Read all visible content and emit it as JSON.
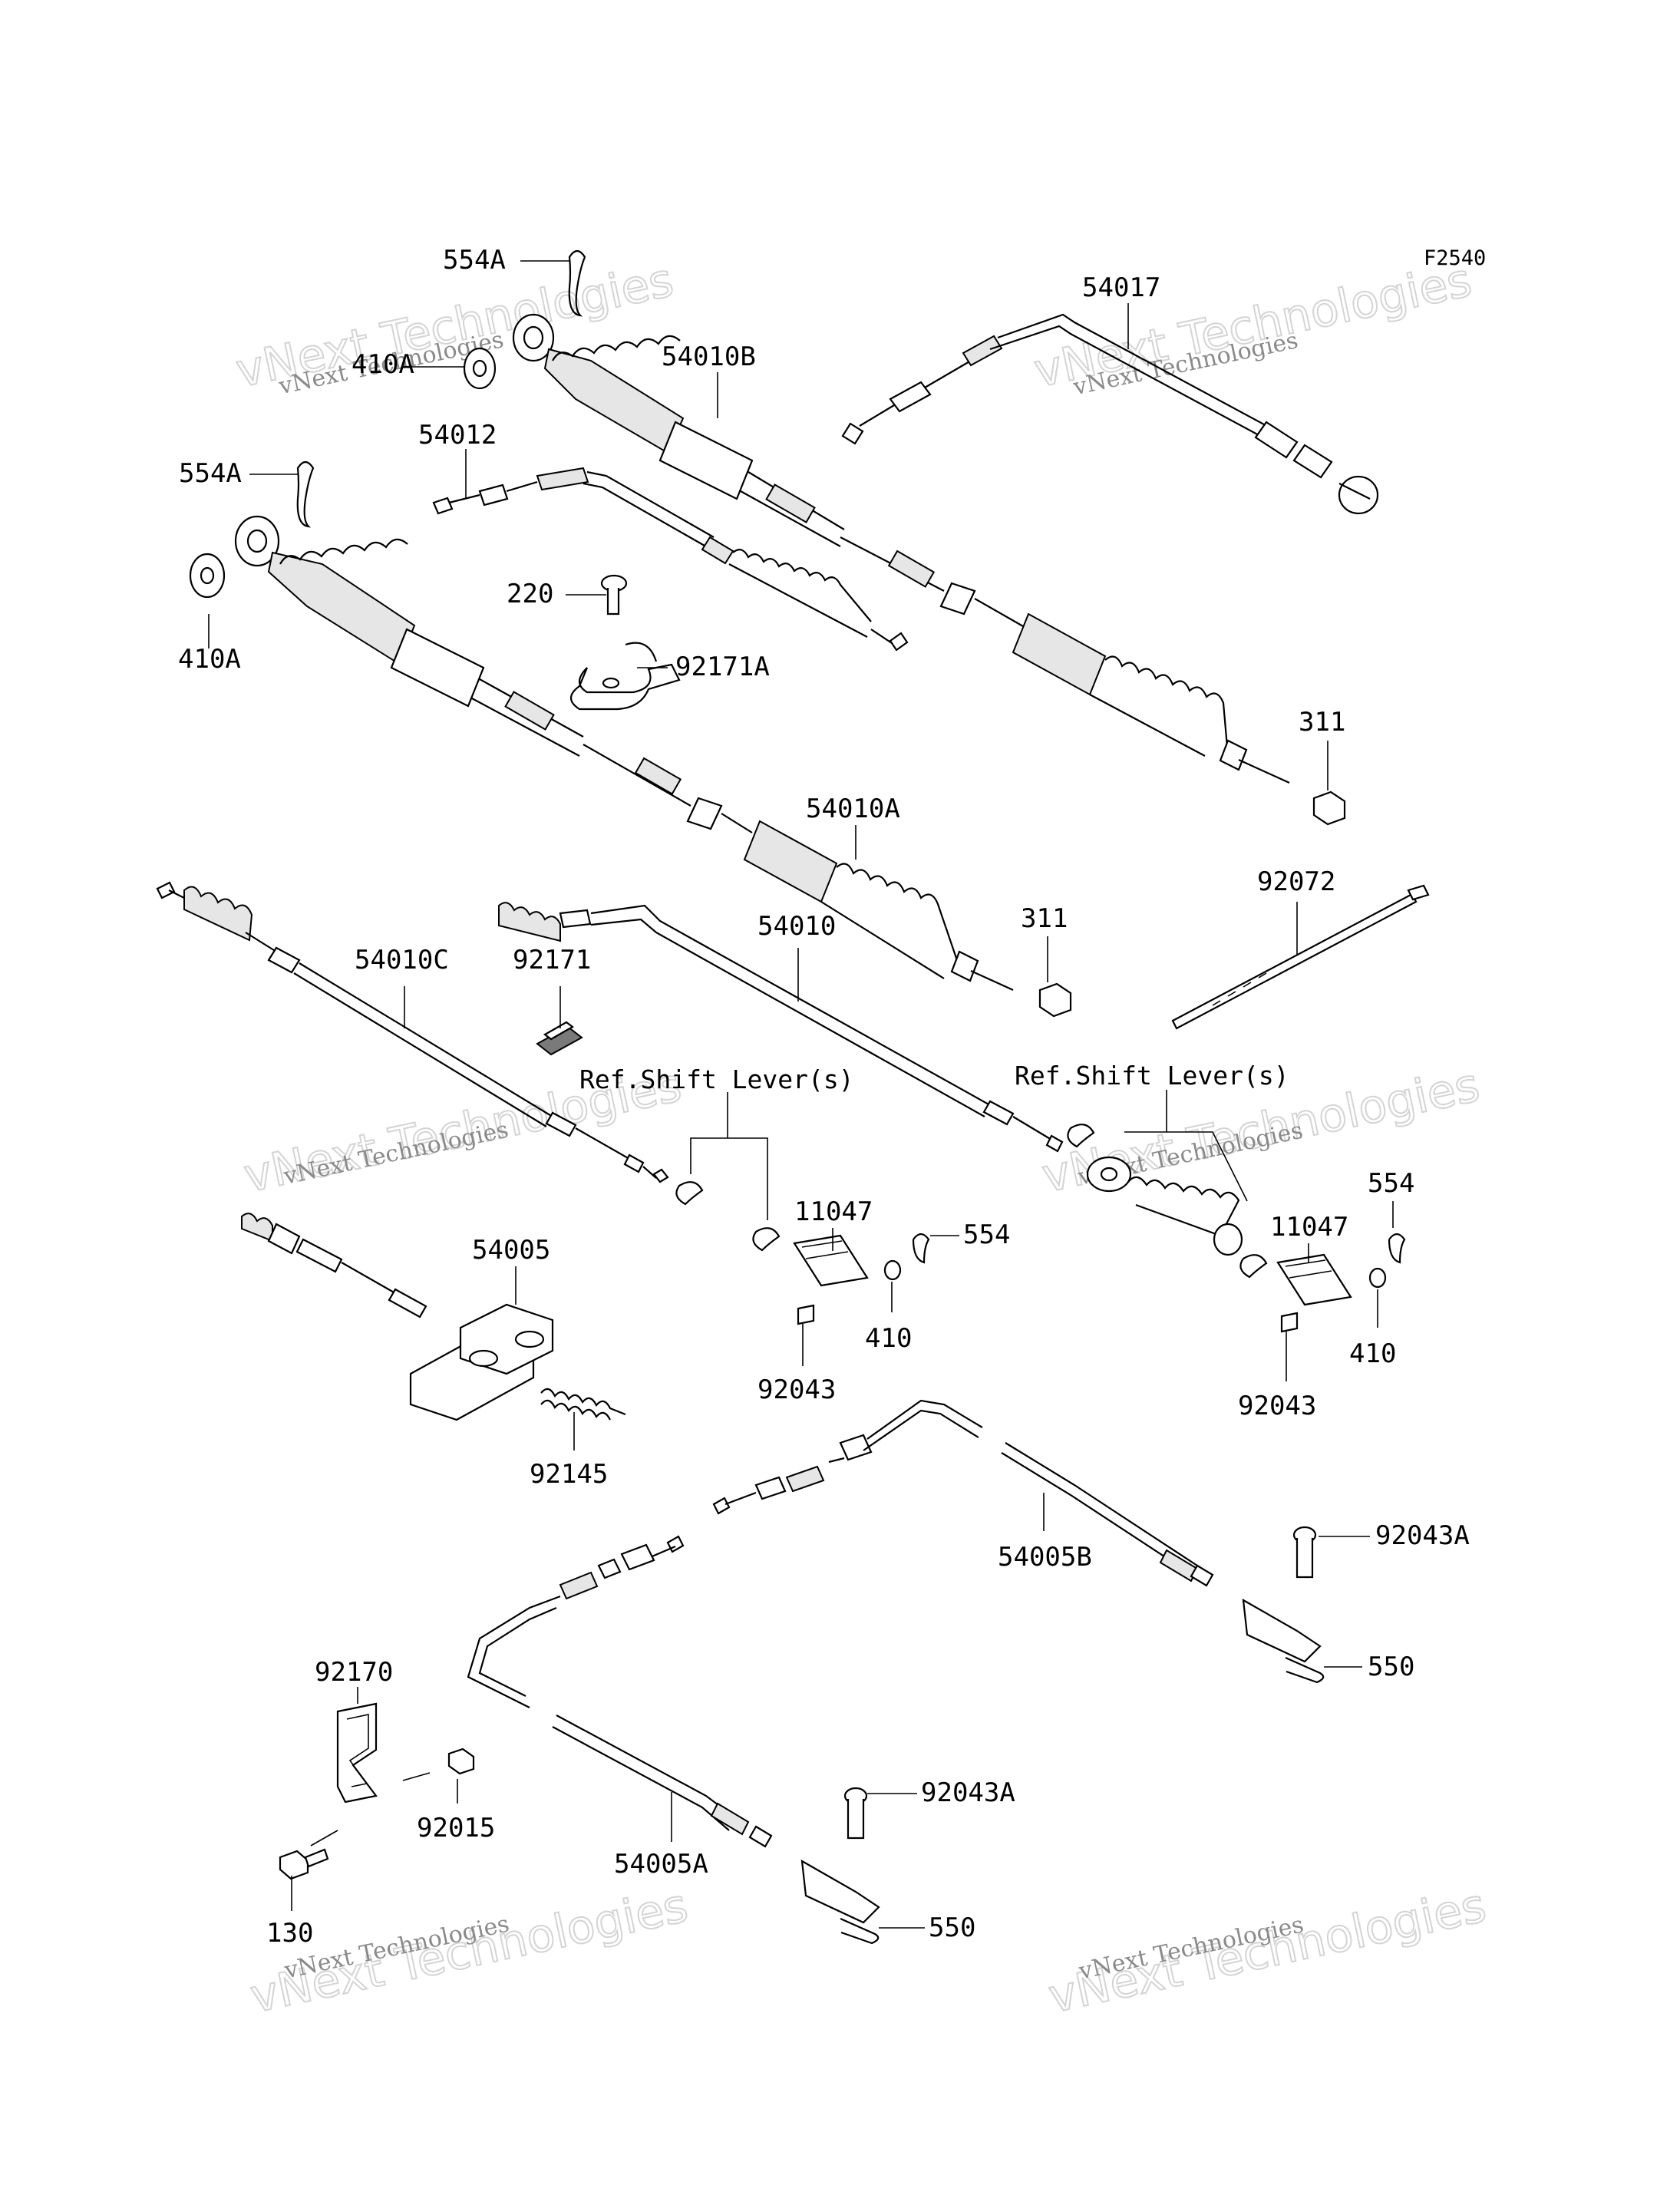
{
  "figure_code": "F2540",
  "watermarks": [
    {
      "big": "vNext Technologies",
      "small": "vNext Technologies"
    },
    {
      "big": "vNext Technologies",
      "small": "vNext Technologies"
    },
    {
      "big": "vNext Technologies",
      "small": "vNext Technologies"
    },
    {
      "big": "vNext Technologies",
      "small": "vNext Technologies"
    },
    {
      "big": "vNext Technologies",
      "small": "vNext Technologies"
    },
    {
      "big": "vNext Technologies",
      "small": "vNext Technologies"
    }
  ],
  "references": [
    "Ref.Shift Lever(s)",
    "Ref.Shift Lever(s)"
  ],
  "labels": [
    "554A",
    "410A",
    "54010B",
    "54017",
    "554A",
    "54012",
    "410A",
    "220",
    "92171A",
    "311",
    "54010A",
    "311",
    "92072",
    "54010C",
    "92171",
    "54010",
    "11047",
    "554",
    "410",
    "92043",
    "11047",
    "554",
    "410",
    "92043",
    "54005",
    "92145",
    "54005B",
    "92043A",
    "550",
    "92170",
    "92015",
    "130",
    "54005A",
    "92043A",
    "550"
  ]
}
